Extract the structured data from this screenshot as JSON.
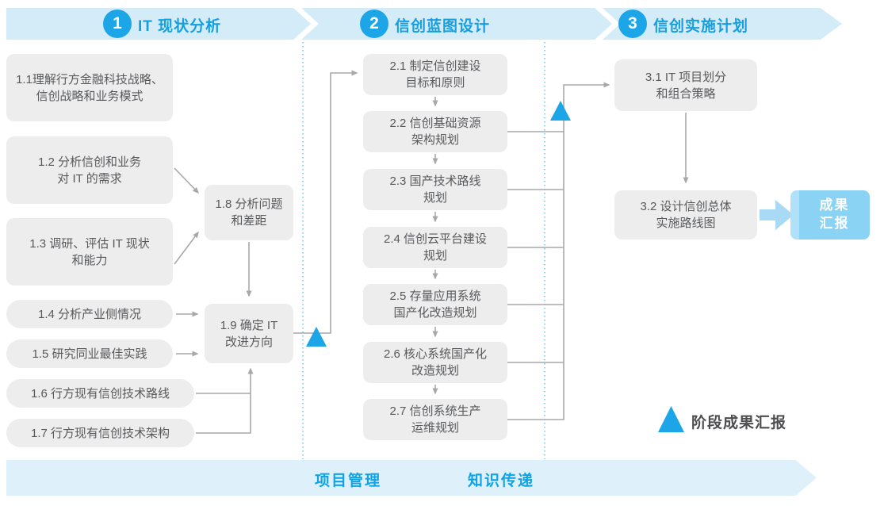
{
  "phases": [
    {
      "number": "1",
      "title": "IT 现状分析"
    },
    {
      "number": "2",
      "title": "信创蓝图设计"
    },
    {
      "number": "3",
      "title": "信创实施计划"
    }
  ],
  "boxes": {
    "b11": "1.1理解行方金融科技战略、\n信创战略和业务模式",
    "b12": "1.2 分析信创和业务\n对 IT 的需求",
    "b13": "1.3 调研、评估 IT 现状\n和能力",
    "b14": "1.4 分析产业侧情况",
    "b15": "1.5 研究同业最佳实践",
    "b16": "1.6 行方现有信创技术路线",
    "b17": "1.7 行方现有信创技术架构",
    "b18": "1.8 分析问题\n和差距",
    "b19": "1.9 确定 IT\n改进方向",
    "b21": "2.1 制定信创建设\n目标和原则",
    "b22": "2.2 信创基础资源\n架构规划",
    "b23": "2.3 国产技术路线\n规划",
    "b24": "2.4 信创云平台建设\n规划",
    "b25": "2.5 存量应用系统\n国产化改造规划",
    "b26": "2.6 核心系统国产化\n改造规划",
    "b27": "2.7 信创系统生产\n运维规划",
    "b31": "3.1 IT 项目划分\n和组合策略",
    "b32": "3.2 设计信创总体\n实施路线图"
  },
  "result_box": "成果\n汇报",
  "legend": {
    "label": "阶段成果汇报"
  },
  "bottom_band": {
    "left_label": "项目管理",
    "right_label": "知识传递"
  },
  "colors": {
    "accent_blue": "#1ca6e8",
    "band_bg": "#d4ebf8",
    "bottom_band_bg": "#def1fa",
    "phase_title_blue": "#169fdc",
    "bottom_label_blue": "#0fa3e6",
    "box_bg": "#ededee",
    "box_text_gray": "#58595b",
    "connector_gray": "#a6a8ab",
    "dotted_divider_blue": "#6bc4ee",
    "result_box_bg": "#8ad3f4",
    "block_arrow_blue": "#a9daf5"
  }
}
